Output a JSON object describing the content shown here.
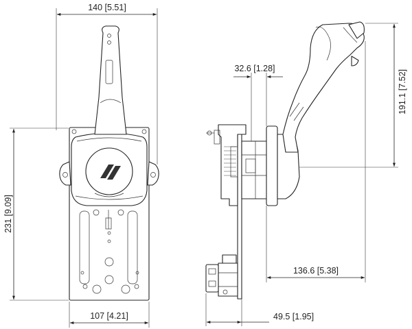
{
  "dimensions": {
    "width_top": "140 [5.51]",
    "height_left": "231 [9.09]",
    "width_bottom": "107 [4.21]",
    "offset_top": "32.6 [1.28]",
    "height_right": "191.1 [7.52]",
    "depth_right": "136.6 [5.38]",
    "depth_bottom": "49.5 [1.95]"
  }
}
